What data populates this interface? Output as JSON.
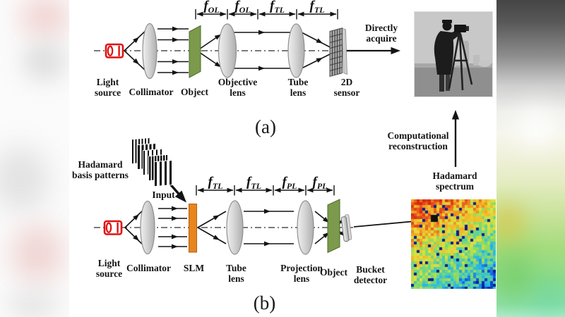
{
  "colors": {
    "object_green": "#7c9a4b",
    "object_green_edge": "#4e6b2a",
    "slm_orange": "#e8851d",
    "slm_orange_edge": "#b05f10",
    "source_red": "#e01212",
    "lens_edge": "#8f8f8f",
    "ink": "#141414"
  },
  "panel_a": {
    "tag": "(a)",
    "focal_labels": [
      {
        "f": "f",
        "sub": "OL"
      },
      {
        "f": "f",
        "sub": "OL"
      },
      {
        "f": "f",
        "sub": "TL"
      },
      {
        "f": "f",
        "sub": "TL"
      }
    ],
    "light_source": [
      "Light",
      "source"
    ],
    "collimator": "Collimator",
    "object": "Object",
    "objective_lens": [
      "Objective",
      "lens"
    ],
    "tube_lens": [
      "Tube",
      "lens"
    ],
    "sensor": [
      "2D",
      "sensor"
    ],
    "directly_acquire": [
      "Directly",
      "acquire"
    ]
  },
  "panel_b": {
    "tag": "(b)",
    "focal_labels": [
      {
        "f": "f",
        "sub": "TL"
      },
      {
        "f": "f",
        "sub": "TL"
      },
      {
        "f": "f",
        "sub": "PL"
      },
      {
        "f": "f",
        "sub": "PL"
      }
    ],
    "hadamard_patterns": [
      "Hadamard",
      "basis patterns"
    ],
    "input": "Input",
    "light_source": [
      "Light",
      "source"
    ],
    "collimator": "Collimator",
    "slm": "SLM",
    "tube_lens": [
      "Tube",
      "lens"
    ],
    "projection_lens": [
      "Projection",
      "lens"
    ],
    "object": "Object",
    "bucket_detector": [
      "Bucket",
      "detector"
    ],
    "hadamard_spectrum": [
      "Hadamard",
      "spectrum"
    ]
  },
  "shared": {
    "computational_reconstruction": [
      "Computational",
      "reconstruction"
    ]
  }
}
